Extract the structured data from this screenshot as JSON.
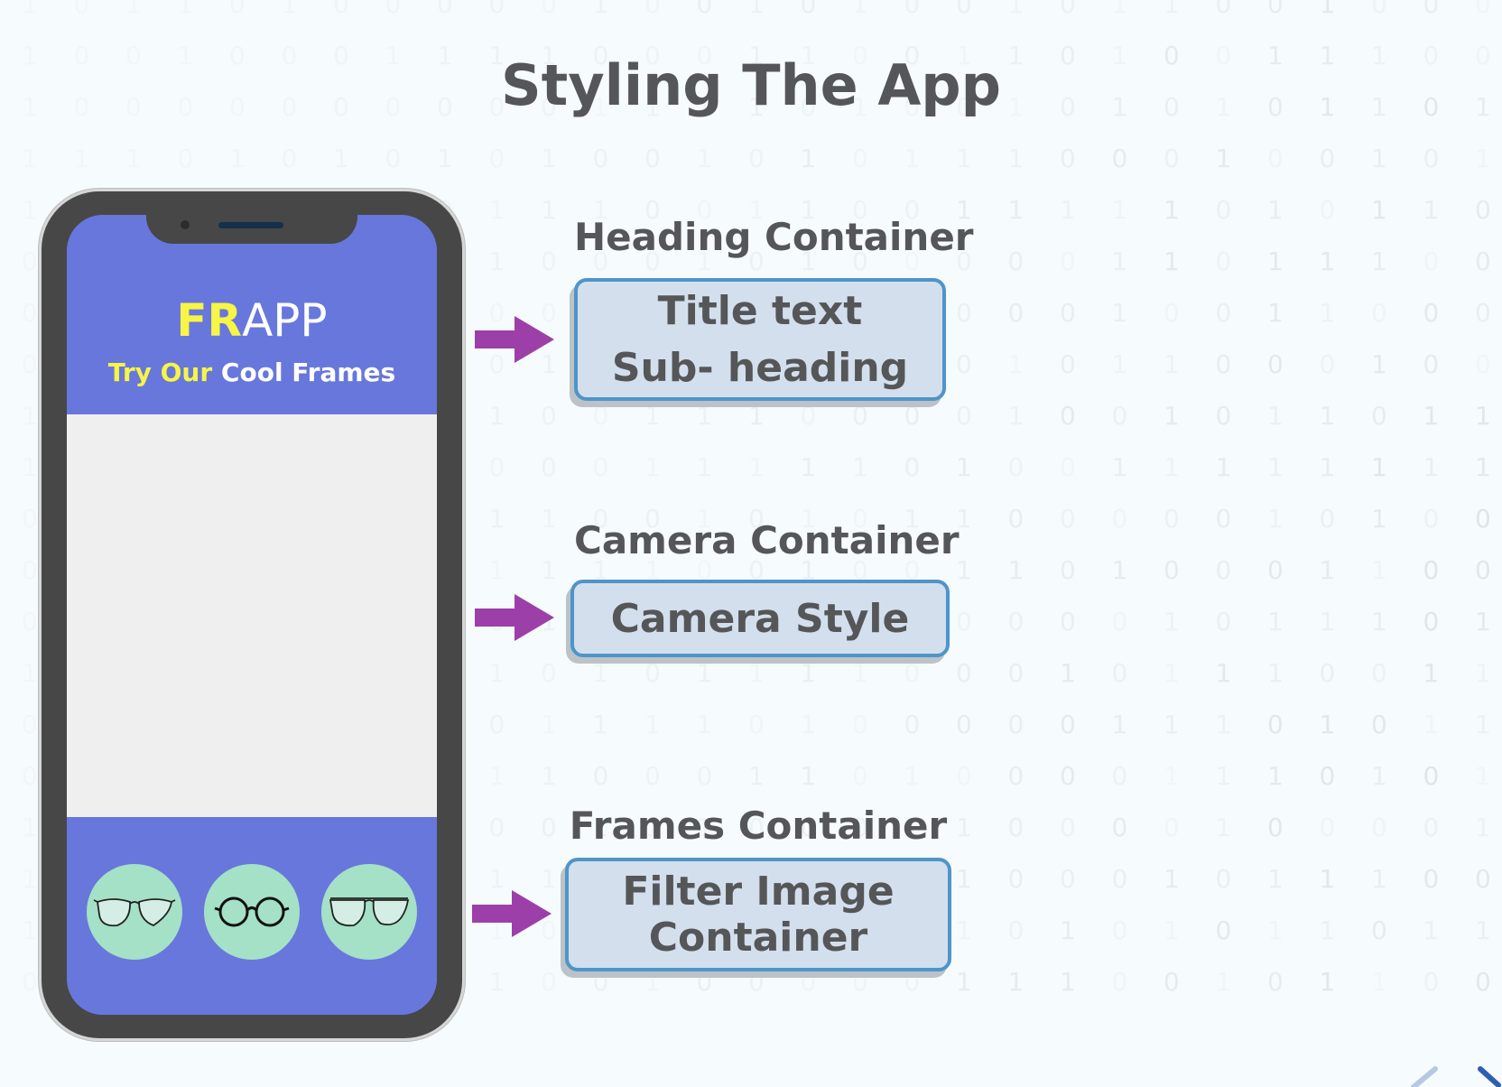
{
  "title": "Styling The App",
  "phone": {
    "app_name_highlight": "FR",
    "app_name_rest": "APP",
    "subtitle_highlight": "Try Our",
    "subtitle_rest": " Cool Frames",
    "frame_icons": [
      "cat-eye-glasses-icon",
      "round-glasses-icon",
      "aviator-glasses-icon"
    ]
  },
  "sections": [
    {
      "label": "Heading Container",
      "lines": [
        "Title text",
        "Sub- heading"
      ]
    },
    {
      "label": "Camera Container",
      "lines": [
        "Camera Style"
      ]
    },
    {
      "label": "Frames Container",
      "lines": [
        "Filter Image",
        "Container"
      ]
    }
  ],
  "colors": {
    "background": "#f6fbfd",
    "text": "#555658",
    "phone_body": "#474747",
    "screen_blue": "#6877dc",
    "highlight_yellow": "#f7f545",
    "frame_circle": "#a4e1c6",
    "arrow": "#9d3fa9",
    "box_fill": "#d3dfed",
    "box_border": "#4e95c9"
  }
}
